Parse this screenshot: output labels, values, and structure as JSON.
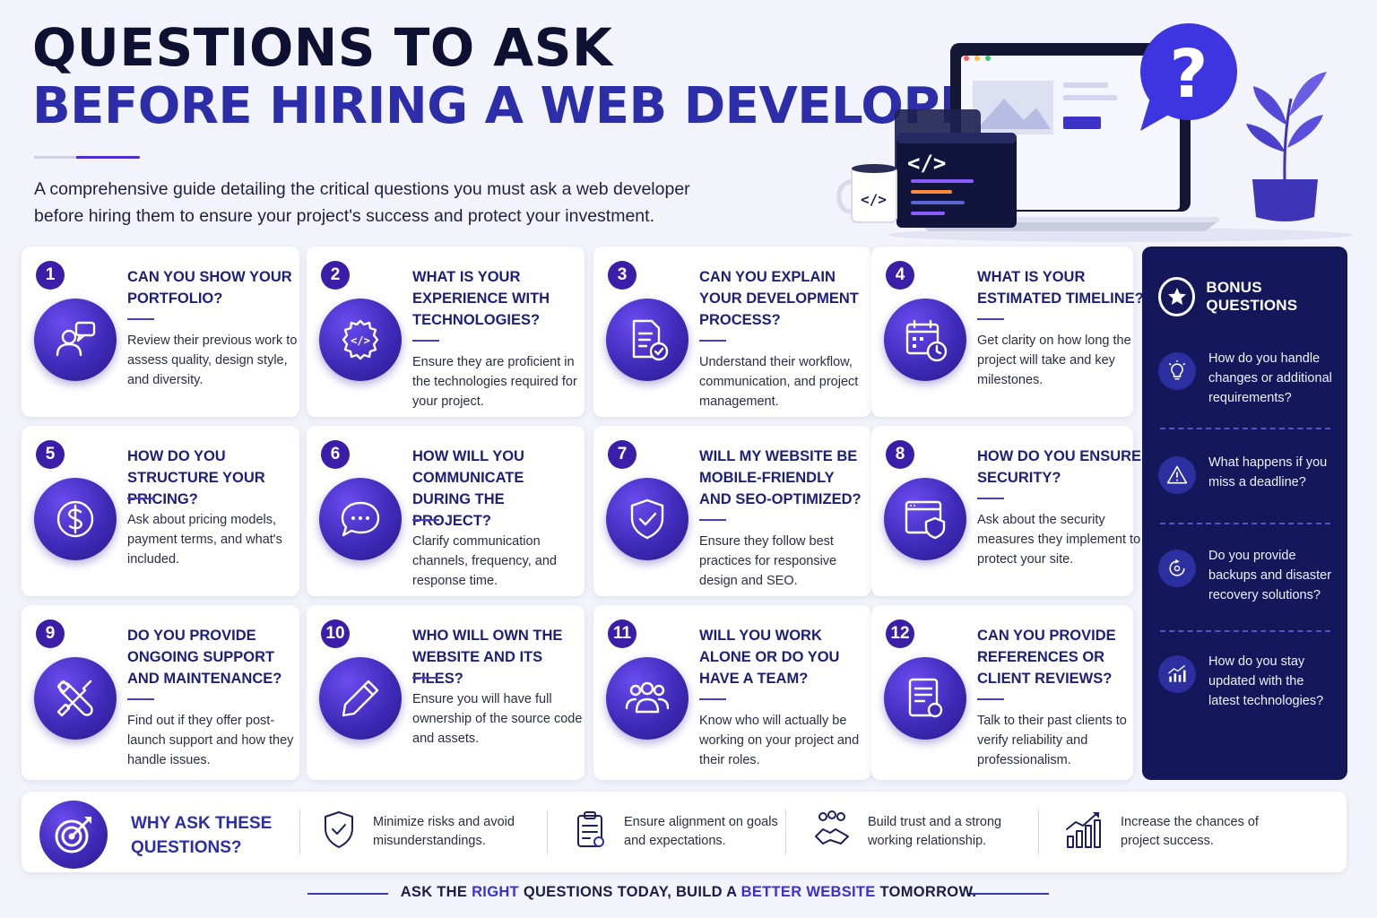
{
  "header": {
    "title_line1": "QUESTIONS TO ASK",
    "title_line2": "BEFORE HIRING A WEB DEVELOPER",
    "subtitle_line1": "A comprehensive guide detailing the critical questions you must ask a web developer",
    "subtitle_line2": "before hiring them to ensure your project's success and protect your investment."
  },
  "colors": {
    "navy": "#14175a",
    "accent": "#3a1ea8",
    "title_blue": "#2b2ea8"
  },
  "cards": [
    {
      "num": "1",
      "title": "CAN YOU SHOW YOUR PORTFOLIO?",
      "desc": "Review their previous work to assess quality, design style, and diversity.",
      "icon": "user-chat-icon"
    },
    {
      "num": "2",
      "title": "WHAT IS YOUR EXPERIENCE WITH TECHNOLOGIES?",
      "desc": "Ensure they are proficient in the technologies required for your project.",
      "icon": "gear-code-icon"
    },
    {
      "num": "3",
      "title": "CAN YOU EXPLAIN YOUR DEVELOPMENT PROCESS?",
      "desc": "Understand their workflow, communication, and project management.",
      "icon": "document-check-icon"
    },
    {
      "num": "4",
      "title": "WHAT IS YOUR ESTIMATED TIMELINE?",
      "desc": "Get clarity on how long the project will take and key milestones.",
      "icon": "calendar-clock-icon"
    },
    {
      "num": "5",
      "title": "HOW DO YOU STRUCTURE YOUR PRICING?",
      "desc": "Ask about pricing models, payment terms, and what's included.",
      "icon": "dollar-icon"
    },
    {
      "num": "6",
      "title": "HOW WILL YOU COMMUNICATE DURING THE PROJECT?",
      "desc": "Clarify communication channels, frequency, and response time.",
      "icon": "chat-bubble-icon"
    },
    {
      "num": "7",
      "title": "WILL MY WEBSITE BE MOBILE-FRIENDLY AND SEO-OPTIMIZED?",
      "desc": "Ensure they follow best practices for responsive design and SEO.",
      "icon": "shield-check-icon"
    },
    {
      "num": "8",
      "title": "HOW DO YOU ENSURE SECURITY?",
      "desc": "Ask about the security measures they implement to protect your site.",
      "icon": "browser-shield-icon"
    },
    {
      "num": "9",
      "title": "DO YOU PROVIDE ONGOING SUPPORT AND MAINTENANCE?",
      "desc": "Find out if they offer post-launch support and how they handle issues.",
      "icon": "tools-icon"
    },
    {
      "num": "10",
      "title": "WHO WILL OWN THE WEBSITE AND ITS FILES?",
      "desc": "Ensure you will have full ownership of the source code and assets.",
      "icon": "pencil-icon"
    },
    {
      "num": "11",
      "title": "WILL YOU WORK ALONE OR DO YOU HAVE A TEAM?",
      "desc": "Know who will actually be working on your project and their roles.",
      "icon": "team-icon"
    },
    {
      "num": "12",
      "title": "CAN YOU PROVIDE REFERENCES OR CLIENT REVIEWS?",
      "desc": "Talk to their past clients to verify reliability and professionalism.",
      "icon": "certificate-icon"
    }
  ],
  "bonus": {
    "title": "BONUS QUESTIONS",
    "items": [
      {
        "text": "How do you handle changes or additional requirements?",
        "icon": "lightbulb-icon"
      },
      {
        "text": "What happens if you miss a deadline?",
        "icon": "warning-icon"
      },
      {
        "text": "Do you provide backups and disaster recovery solutions?",
        "icon": "backup-icon"
      },
      {
        "text": "How do you stay updated with the latest technologies?",
        "icon": "growth-chart-icon"
      }
    ]
  },
  "why": {
    "title": "WHY ASK THESE QUESTIONS?",
    "items": [
      {
        "text": "Minimize risks and avoid misunderstandings.",
        "icon": "shield-check-icon"
      },
      {
        "text": "Ensure alignment on goals and expectations.",
        "icon": "clipboard-check-icon"
      },
      {
        "text": "Build trust and a strong working relationship.",
        "icon": "handshake-icon"
      },
      {
        "text": "Increase the chances of project success.",
        "icon": "bar-growth-icon"
      }
    ]
  },
  "footer": {
    "part1": "ASK THE ",
    "hl1": "RIGHT",
    "part2": " QUESTIONS TODAY, BUILD A ",
    "hl2": "BETTER WEBSITE",
    "part3": " TOMORROW."
  }
}
